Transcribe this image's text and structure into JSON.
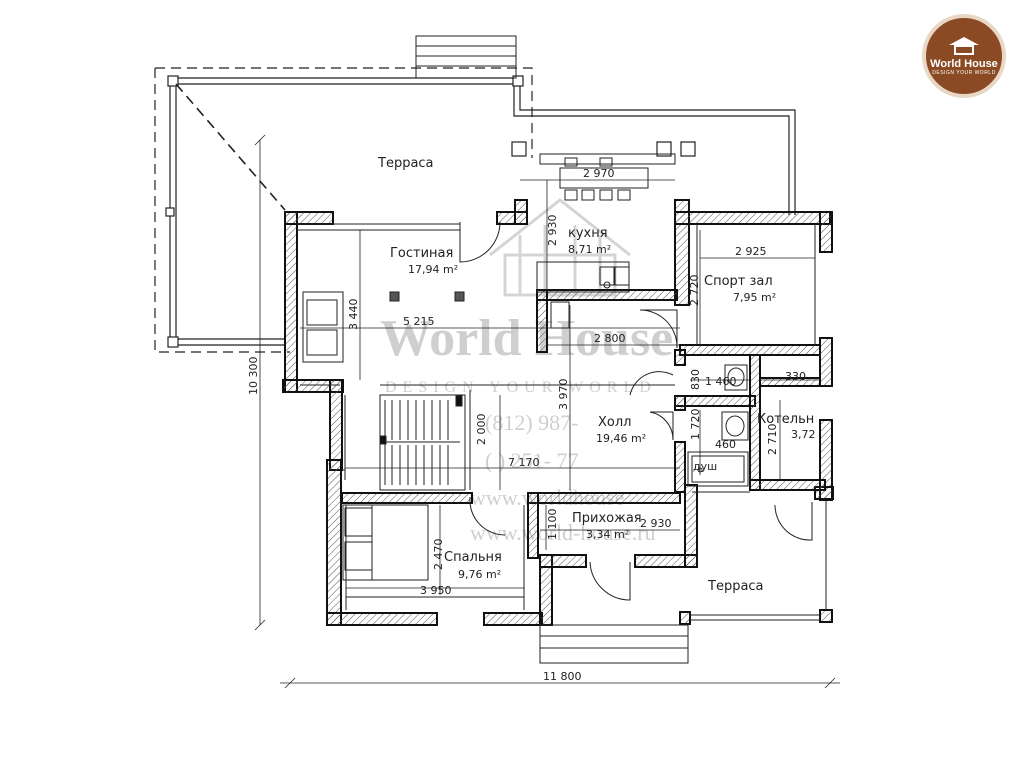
{
  "brand": {
    "logo_title": "World House",
    "logo_subtitle": "DESIGN YOUR WORLD",
    "watermark_title": "World House",
    "watermark_subtitle": "DESIGN YOUR WORLD",
    "watermark_phone1": "(812) 987-  ",
    "watermark_phone2": "(  ) 251-  77",
    "watermark_site1": "www.worldhouse",
    "watermark_site2": "www.world-house.ru"
  },
  "rooms": {
    "terrace_top": {
      "name": "Терраса"
    },
    "living": {
      "name": "Гостиная",
      "area": "17,94 m²"
    },
    "kitchen": {
      "name": "кухня",
      "area": "8,71 m²"
    },
    "gym": {
      "name": "Спорт зал",
      "area": "7,95 m²"
    },
    "hall": {
      "name": "Холл",
      "area": "19,46 m²"
    },
    "boiler": {
      "name": "Котельн",
      "area": "3,72"
    },
    "bath": {
      "name": "душ"
    },
    "entry": {
      "name": "Прихожая",
      "area": "3,34 m²"
    },
    "bedroom": {
      "name": "Спальня",
      "area": "9,76 m²"
    },
    "terrace_bottom": {
      "name": "Терраса"
    }
  },
  "dimensions": {
    "kitchen_w": "2 970",
    "kitchen_h": "2 930",
    "gym_w": "2 925",
    "gym_h": "2 720",
    "living_w": "5 215",
    "living_h": "3 440",
    "corridor_w": "2 800",
    "hall_h": "3 970",
    "hall_w": "7 170",
    "stair_h": "2 000",
    "wc_h": "830",
    "wc_w": "1 460",
    "boiler_w": "330",
    "bath_h": "1 720",
    "bath_w": "460",
    "boiler_h": "2 710",
    "entry_h": "1 100",
    "entry_w": "2 930",
    "bedroom_h": "2 470",
    "bedroom_w": "3 950",
    "total_h": "10 300",
    "total_w": "11 800"
  }
}
